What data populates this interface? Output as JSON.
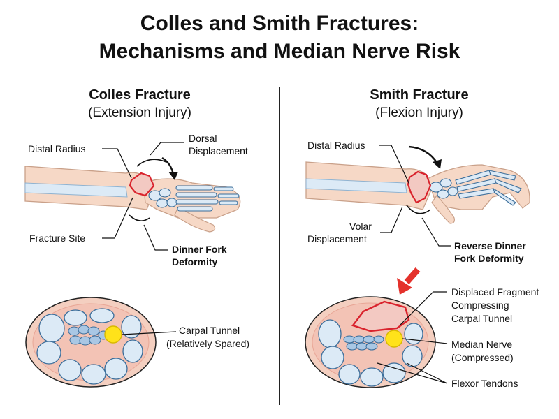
{
  "title": {
    "line1": "Colles and Smith Fractures:",
    "line2": "Mechanisms and Median Nerve Risk"
  },
  "colles": {
    "heading": "Colles Fracture",
    "subheading": "(Extension Injury)",
    "labels": {
      "distal_radius": "Distal Radius",
      "dorsal_line1": "Dorsal",
      "dorsal_line2": "Displacement",
      "fracture_site": "Fracture Site",
      "deformity_line1": "Dinner Fork",
      "deformity_line2": "Deformity",
      "tunnel_line1": "Carpal Tunnel",
      "tunnel_line2": "(Relatively Spared)"
    }
  },
  "smith": {
    "heading": "Smith Fracture",
    "subheading": "(Flexion Injury)",
    "labels": {
      "distal_radius": "Distal Radius",
      "volar_line1": "Volar",
      "volar_line2": "Displacement",
      "deformity_line1": "Reverse Dinner",
      "deformity_line2": "Fork Deformity",
      "fragment_line1": "Displaced Fragment",
      "fragment_line2": "Compressing",
      "fragment_line3": "Carpal Tunnel",
      "nerve_line1": "Median Nerve",
      "nerve_line2": "(Compressed)",
      "tendons": "Flexor Tendons"
    }
  },
  "colors": {
    "skin": "#f6d8c6",
    "bone": "#dceaf6",
    "bone_outline": "#3a6d9a",
    "fracture": "#d9232d",
    "nerve": "#ffe21a",
    "arrow_red": "#e4312b"
  }
}
